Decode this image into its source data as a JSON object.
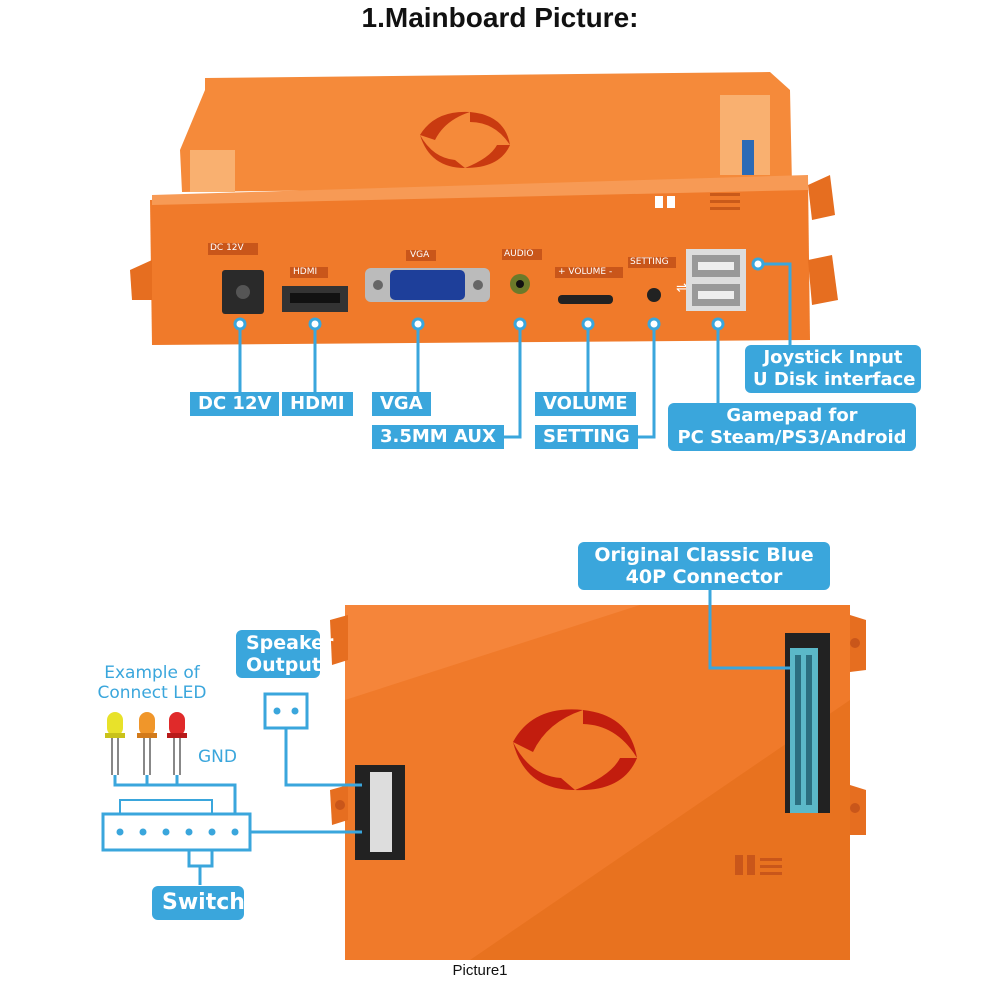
{
  "title": "1.Mainboard Picture:",
  "caption": "Picture1",
  "port_tags": {
    "dc": "DC 12V",
    "hdmi": "HDMI",
    "vga": "VGA",
    "audio": "AUDIO",
    "volume": "+ VOLUME -",
    "setting": "SETTING"
  },
  "labels": {
    "dc12v": "DC 12V",
    "hdmi": "HDMI",
    "vga": "VGA",
    "aux": "3.5MM AUX",
    "volume": "VOLUME",
    "setting": "SETTING",
    "joystick_line1": "Joystick Input",
    "joystick_line2": "U Disk interface",
    "gamepad_line1": "Gamepad for",
    "gamepad_line2": "PC Steam/PS3/Android",
    "connector_line1": "Original Classic Blue",
    "connector_line2": "40P Connector",
    "speaker_line1": "Speaker",
    "speaker_line2": "Output",
    "led_line1": "Example of",
    "led_line2": "Connect LED",
    "gnd": "GND",
    "switch": "Switch"
  },
  "colors": {
    "case_orange": "#f07a2a",
    "label_blue": "#3aa6dc",
    "connector_blue": "#5bb8c8"
  }
}
